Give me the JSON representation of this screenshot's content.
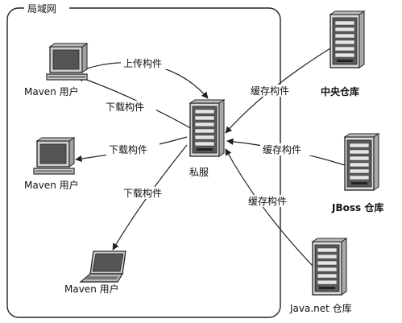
{
  "lan": {
    "title": "局域网"
  },
  "nodes": {
    "private_server": {
      "label": "私服"
    },
    "user_top": {
      "label": "Maven 用户"
    },
    "user_middle": {
      "label": "Maven 用户"
    },
    "user_bottom": {
      "label": "Maven 用户"
    },
    "central_repo": {
      "label": "中央仓库"
    },
    "jboss_repo": {
      "label": "JBoss 仓库"
    },
    "javanet_repo": {
      "label": "Java.net 仓库"
    }
  },
  "edges": {
    "upload": "上传构件",
    "download_top": "下载构件",
    "download_middle": "下载构件",
    "download_bottom": "下载构件",
    "cache_central": "缓存构件",
    "cache_jboss": "缓存构件",
    "cache_javanet": "缓存构件"
  }
}
